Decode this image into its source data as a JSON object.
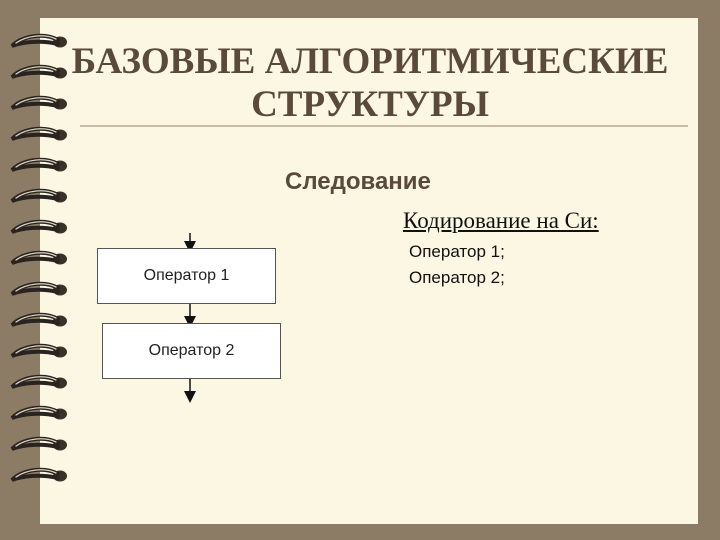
{
  "slide": {
    "title_lines": [
      "БАЗОВЫЕ АЛГОРИТМИЧЕСКИЕ",
      "СТРУКТУРЫ"
    ],
    "subtitle": "Следование",
    "coding_heading": "Кодирование на Си:",
    "code_lines": [
      "Оператор 1;",
      "Оператор 2;"
    ]
  },
  "flowchart": {
    "blocks": [
      "Оператор 1",
      "Оператор 2"
    ]
  },
  "colors": {
    "background": "#8c7c66",
    "page": "#fbf7e3",
    "title": "#5a4a3a",
    "rule": "#c7bba2"
  },
  "icons": [
    "spiral-binding-icon",
    "arrow-down-icon"
  ]
}
